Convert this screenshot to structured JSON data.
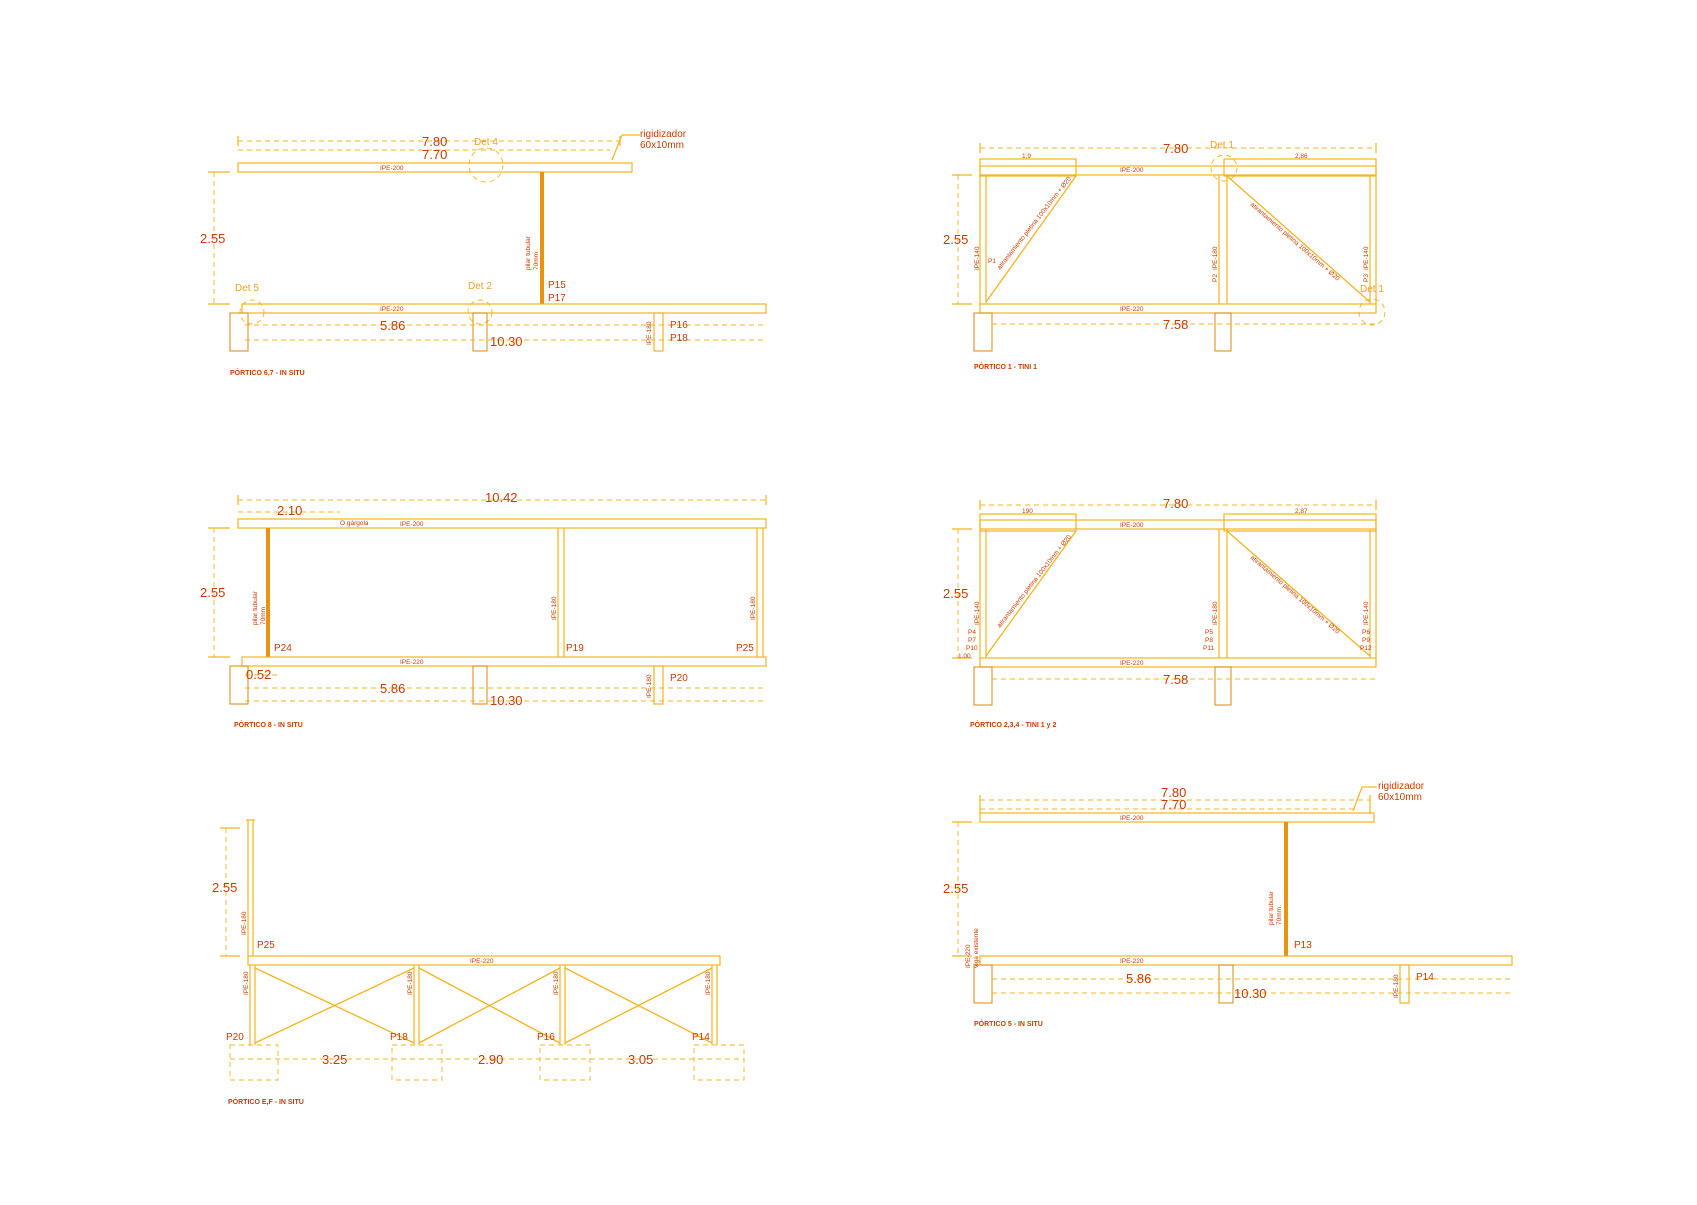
{
  "colors": {
    "line": "#f5b41c",
    "dark_line": "#d98a0b",
    "text": "#cc3a00",
    "detail": "#f0a020",
    "background": "#ffffff"
  },
  "p1": {
    "title": "PÓRTICO 6,7 - IN SITU",
    "d_780": "7.80",
    "d_770": "7.70",
    "det4": "Det 4",
    "rig1": "rigidizador",
    "rig2": "60x10mm",
    "beam_top": "IPE-200",
    "h": "2.55",
    "pilar1": "pilar tubular",
    "pilar2": "70mm",
    "p15": "P15",
    "p17": "P17",
    "det5": "Det 5",
    "det2": "Det 2",
    "beam_bot": "IPE-220",
    "d_586": "5.86",
    "d_1030": "10.30",
    "col": "IPE-180",
    "p16": "P16",
    "p18": "P18"
  },
  "p2": {
    "title": "PÓRTICO 1 - TINI 1",
    "d_780": "7.80",
    "det1": "Det 1",
    "d_19": "1,9",
    "d_286": "2,86",
    "beam_top": "IPE-200",
    "h": "2.55",
    "col_l": "IPE-140",
    "p1": "P1",
    "col_m": "IPE-180",
    "p2": "P2",
    "col_r": "IPE-140",
    "p3": "P3",
    "brace_l": "atirantamiento pletina 100x10mm + Ø20",
    "brace_r": "atirantamiento pletina 100x10mm + Ø20",
    "det1b": "Det 1",
    "beam_bot": "IPE-220",
    "d_758": "7.58"
  },
  "p3": {
    "title": "PÓRTICO 8 - IN SITU",
    "d_1042": "10.42",
    "d_210": "2.10",
    "gargola": "O gárgola",
    "beam_top": "IPE-200",
    "h": "2.55",
    "pilar1": "pilar tubular",
    "pilar2": "70mm",
    "col_m": "IPE-180",
    "col_r": "IPE-180",
    "p24": "P24",
    "p19": "P19",
    "p25": "P25",
    "beam_bot": "IPE-220",
    "d_052": "0.52",
    "d_586": "5.86",
    "d_1030": "10.30",
    "col_b": "IPE-180",
    "p20": "P20"
  },
  "p4": {
    "title": "PÓRTICO 2,3,4 - TINI 1 y 2",
    "d_780": "7.80",
    "d_190": "190",
    "d_287": "2,87",
    "beam_top": "IPE-200",
    "h": "2.55",
    "d_100": "1.00",
    "col_l": "IPE-140",
    "p4": "P4",
    "p7": "P7",
    "p10": "P10",
    "col_m": "IPE-180",
    "p5": "P5",
    "p8": "P8",
    "p11": "P11",
    "col_r": "IPE-140",
    "p6": "P6",
    "p9": "P9",
    "p12": "P12",
    "brace_l": "atirantamiento pletina 100x10mm + Ø20",
    "brace_r": "atirantamiento pletina 100x10mm + Ø20",
    "beam_bot": "IPE-220",
    "d_758": "7.58"
  },
  "p5": {
    "title": "PÓRTICO E,F - IN SITU",
    "h": "2.55",
    "col_top": "IPE-180",
    "p25": "P25",
    "beam": "IPE-220",
    "col1": "IPE-180",
    "col2": "IPE-180",
    "col3": "IPE-180",
    "col4": "IPE-180",
    "p20": "P20",
    "p18": "P18",
    "p16": "P16",
    "p14": "P14",
    "d_325": "3.25",
    "d_290": "2.90",
    "d_305": "3.05"
  },
  "p6": {
    "title": "PÓRTICO 5 - IN SITU",
    "d_780": "7.80",
    "d_770": "7.70",
    "rig1": "rigidizador",
    "rig2": "60x10mm",
    "beam_top": "IPE-200",
    "h": "2.55",
    "pilar1": "pilar tubular",
    "pilar2": "70mm",
    "p13": "P13",
    "col_l1": "IPE-220",
    "col_l2": "viga existente",
    "beam_bot": "IPE-220",
    "d_586": "5.86",
    "d_1030": "10.30",
    "col": "IPE-180",
    "p14": "P14"
  }
}
